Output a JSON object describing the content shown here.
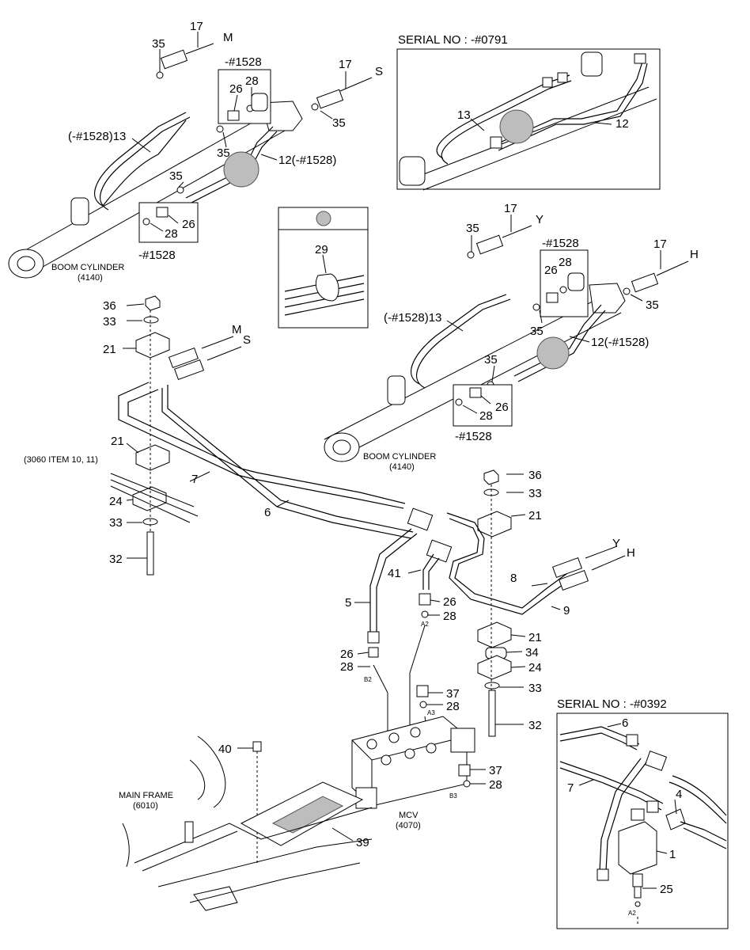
{
  "serial_box_1": {
    "title": "SERIAL NO : -#0791",
    "callouts": [
      "13",
      "12"
    ]
  },
  "serial_box_2": {
    "title": "SERIAL NO : -#0392",
    "callouts": [
      "6",
      "7",
      "4",
      "1",
      "25",
      "A2"
    ]
  },
  "detail_box": {
    "callout": "29"
  },
  "upper_left": {
    "callouts": [
      "17",
      "M",
      "35",
      "-#1528",
      "26",
      "28",
      "17",
      "S",
      "35",
      "(-#1528)13",
      "35",
      "12(-#1528)",
      "35",
      "26",
      "28",
      "-#1528"
    ],
    "boom": [
      "BOOM CYLINDER",
      "(4140)"
    ]
  },
  "middle_right": {
    "callouts": [
      "35",
      "17",
      "Y",
      "-#1528",
      "28",
      "17",
      "H",
      "26",
      "35",
      "(-#1528)13",
      "35",
      "12(-#1528)",
      "35",
      "26",
      "28",
      "-#1528"
    ],
    "boom": [
      "BOOM CYLINDER",
      "(4140)"
    ]
  },
  "left_clamp": {
    "callouts": [
      "36",
      "33",
      "21",
      "M",
      "S",
      "21",
      "(3060 ITEM 10, 11)",
      "7",
      "24",
      "33",
      "6",
      "32"
    ]
  },
  "center": {
    "callouts": [
      "36",
      "33",
      "21",
      "Y",
      "H",
      "41",
      "8",
      "5",
      "26",
      "28",
      "A2",
      "9",
      "21",
      "26",
      "28",
      "34",
      "B2",
      "24",
      "37",
      "28",
      "33",
      "A3",
      "32",
      "40",
      "37",
      "28",
      "B3",
      "39"
    ],
    "main_frame": [
      "MAIN FRAME",
      "(6010)"
    ],
    "mcv": [
      "MCV",
      "(4070)"
    ]
  }
}
